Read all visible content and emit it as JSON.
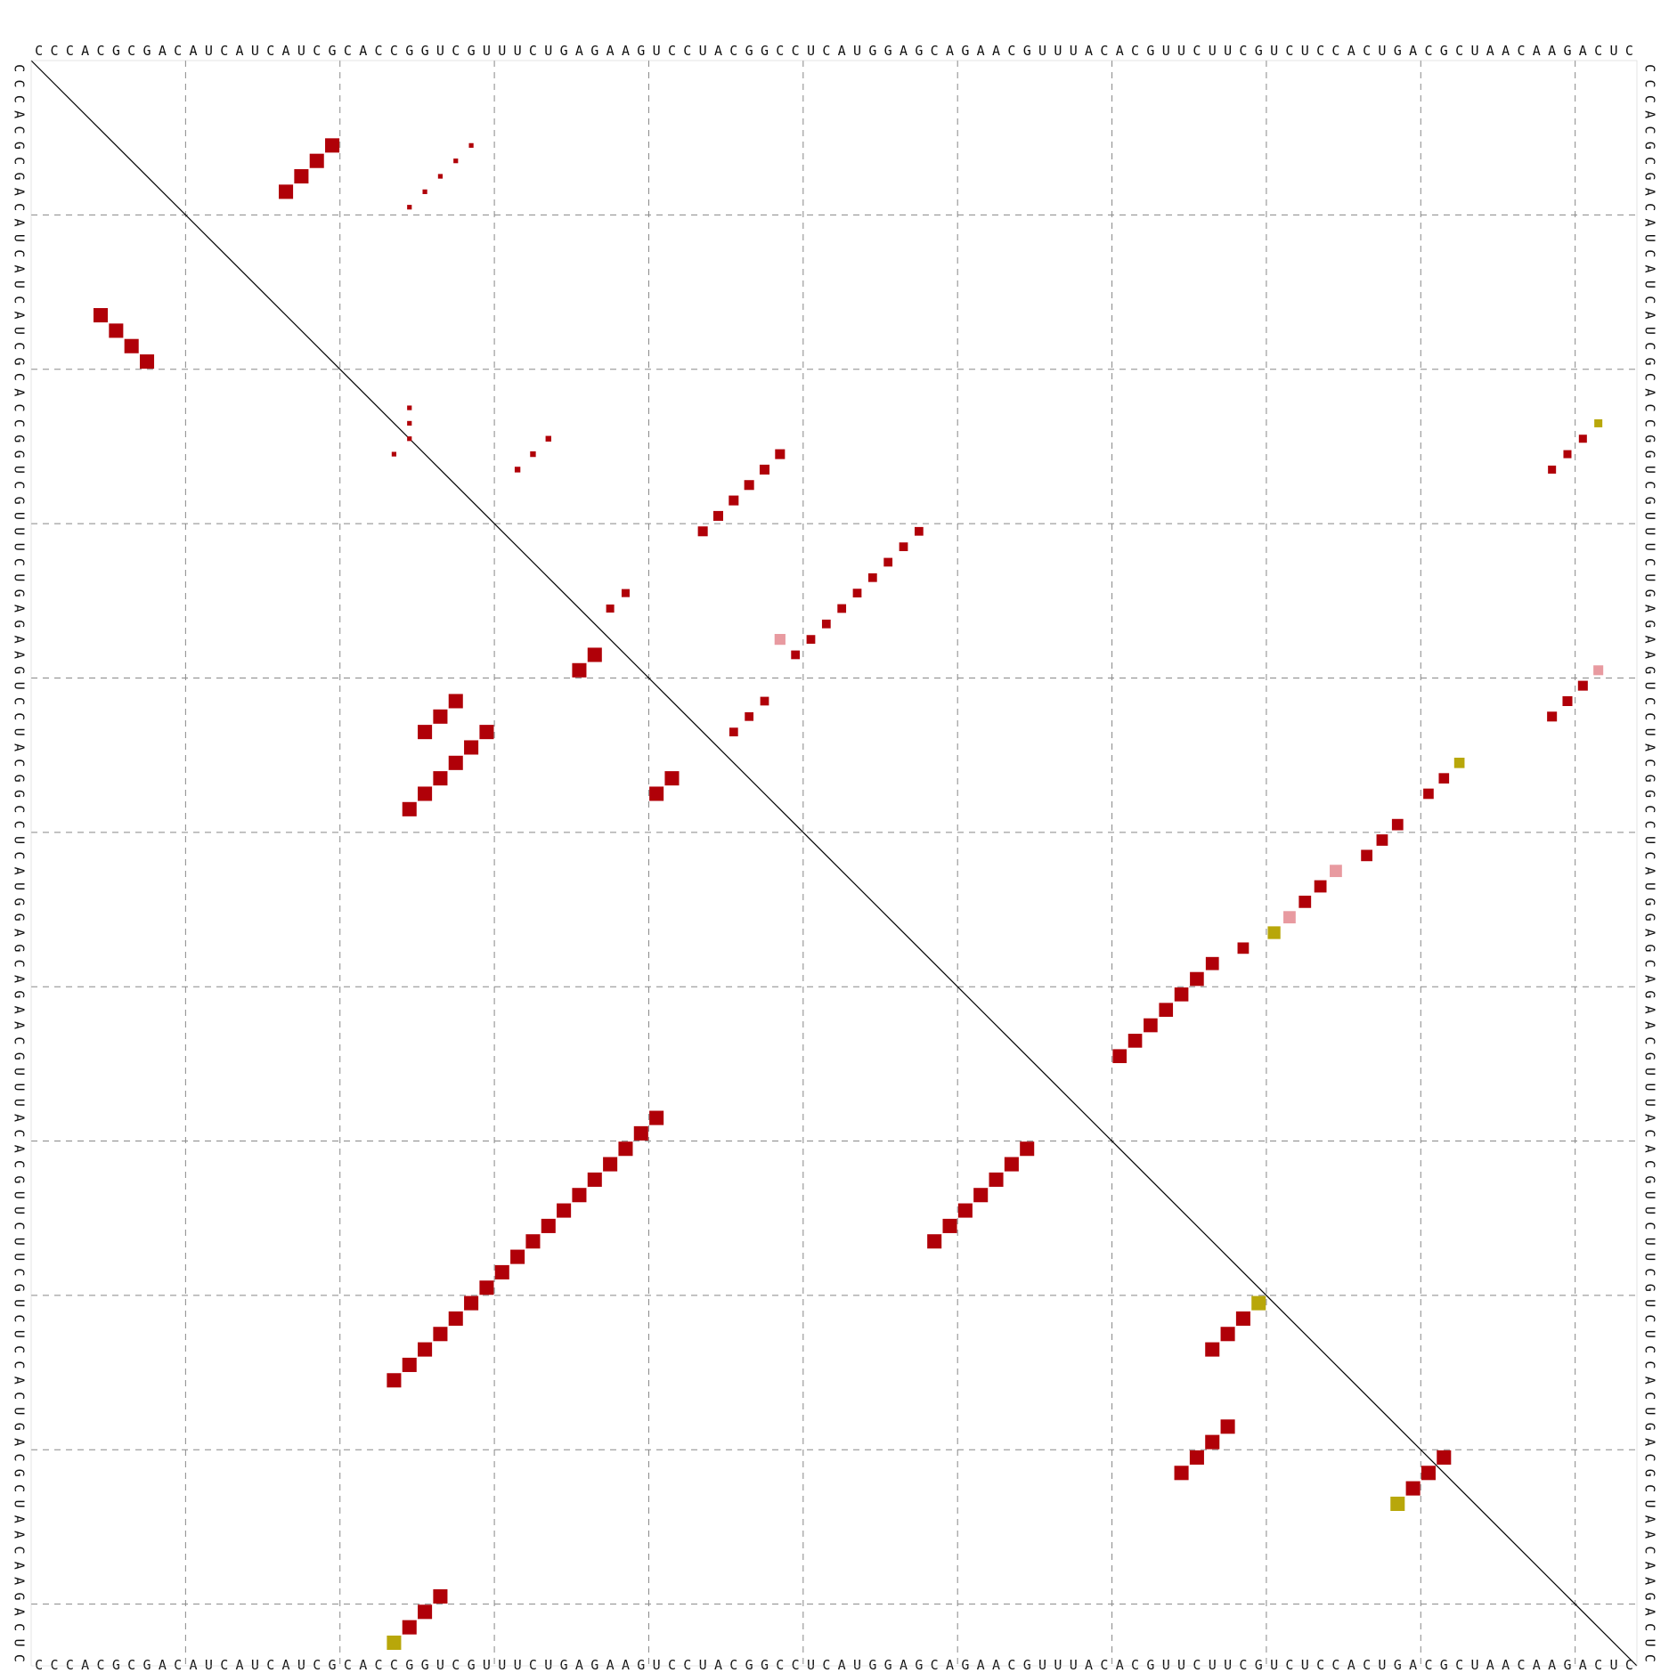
{
  "sequence": "CCCACGCGACAUCAUCAUCGCACCGGUCGUUUCUGAGAAGUCCUACGGCCUCAUGGAGCAGAACGUUUACACGUUCUUCGUCUCCACUGACGCUAACAAGACUC",
  "grid_every": 10,
  "colors": {
    "strong_pair": "#b00008",
    "medium_pair": "#e89aa0",
    "olive_pair": "#b8a70a",
    "grid": "#888888",
    "diagonal": "#000000"
  },
  "dot_plot": {
    "upper_triangle": [
      {
        "i": 25,
        "j": 23,
        "p": 0.1
      },
      {
        "i": 25,
        "j": 24,
        "p": 0.1
      },
      {
        "i": 25,
        "j": 25,
        "p": 0.1
      },
      {
        "i": 24,
        "j": 26,
        "p": 0.1
      },
      {
        "i": 20,
        "j": 6,
        "p": 0.95
      },
      {
        "i": 19,
        "j": 7,
        "p": 0.95
      },
      {
        "i": 18,
        "j": 8,
        "p": 0.95
      },
      {
        "i": 17,
        "j": 9,
        "p": 0.95
      },
      {
        "i": 29,
        "j": 6,
        "p": 0.1
      },
      {
        "i": 28,
        "j": 7,
        "p": 0.1
      },
      {
        "i": 27,
        "j": 8,
        "p": 0.1
      },
      {
        "i": 26,
        "j": 9,
        "p": 0.1
      },
      {
        "i": 25,
        "j": 10,
        "p": 0.1
      },
      {
        "i": 34,
        "j": 25,
        "p": 0.15
      },
      {
        "i": 33,
        "j": 26,
        "p": 0.15
      },
      {
        "i": 32,
        "j": 27,
        "p": 0.15
      },
      {
        "i": 49,
        "j": 26,
        "p": 0.45
      },
      {
        "i": 48,
        "j": 27,
        "p": 0.45
      },
      {
        "i": 47,
        "j": 28,
        "p": 0.45
      },
      {
        "i": 46,
        "j": 29,
        "p": 0.45
      },
      {
        "i": 45,
        "j": 30,
        "p": 0.45
      },
      {
        "i": 44,
        "j": 31,
        "p": 0.45
      },
      {
        "i": 58,
        "j": 31,
        "p": 0.35
      },
      {
        "i": 57,
        "j": 32,
        "p": 0.35
      },
      {
        "i": 56,
        "j": 33,
        "p": 0.35
      },
      {
        "i": 55,
        "j": 34,
        "p": 0.35
      },
      {
        "i": 54,
        "j": 35,
        "p": 0.35
      },
      {
        "i": 53,
        "j": 36,
        "p": 0.35
      },
      {
        "i": 52,
        "j": 37,
        "p": 0.35
      },
      {
        "i": 51,
        "j": 38,
        "p": 0.35
      },
      {
        "i": 50,
        "j": 39,
        "p": 0.35
      },
      {
        "i": 39,
        "j": 35,
        "p": 0.3
      },
      {
        "i": 38,
        "j": 36,
        "p": 0.3
      },
      {
        "i": 48,
        "j": 42,
        "p": 0.35
      },
      {
        "i": 47,
        "j": 43,
        "p": 0.35
      },
      {
        "i": 46,
        "j": 44,
        "p": 0.35
      },
      {
        "i": 49,
        "j": 38,
        "p": 0.55,
        "c": "medium_pair"
      },
      {
        "i": 102,
        "j": 24,
        "p": 0.3,
        "c": "olive_pair"
      },
      {
        "i": 101,
        "j": 25,
        "p": 0.3
      },
      {
        "i": 100,
        "j": 26,
        "p": 0.3
      },
      {
        "i": 99,
        "j": 27,
        "p": 0.3
      },
      {
        "i": 102,
        "j": 40,
        "p": 0.45,
        "c": "medium_pair"
      },
      {
        "i": 101,
        "j": 41,
        "p": 0.45
      },
      {
        "i": 100,
        "j": 42,
        "p": 0.45
      },
      {
        "i": 99,
        "j": 43,
        "p": 0.45
      },
      {
        "i": 93,
        "j": 46,
        "p": 0.5,
        "c": "olive_pair"
      },
      {
        "i": 92,
        "j": 47,
        "p": 0.5
      },
      {
        "i": 91,
        "j": 48,
        "p": 0.5
      },
      {
        "i": 89,
        "j": 50,
        "p": 0.6
      },
      {
        "i": 88,
        "j": 51,
        "p": 0.6
      },
      {
        "i": 87,
        "j": 52,
        "p": 0.6
      },
      {
        "i": 85,
        "j": 53,
        "p": 0.7,
        "c": "medium_pair"
      },
      {
        "i": 84,
        "j": 54,
        "p": 0.7
      },
      {
        "i": 83,
        "j": 55,
        "p": 0.7
      },
      {
        "i": 82,
        "j": 56,
        "p": 0.7,
        "c": "medium_pair"
      },
      {
        "i": 81,
        "j": 57,
        "p": 0.75,
        "c": "olive_pair"
      },
      {
        "i": 79,
        "j": 58,
        "p": 0.6
      },
      {
        "i": 77,
        "j": 59,
        "p": 0.8
      },
      {
        "i": 76,
        "j": 60,
        "p": 0.9
      },
      {
        "i": 75,
        "j": 61,
        "p": 0.9
      },
      {
        "i": 74,
        "j": 62,
        "p": 0.9
      },
      {
        "i": 73,
        "j": 63,
        "p": 0.9
      },
      {
        "i": 72,
        "j": 64,
        "p": 0.9
      },
      {
        "i": 71,
        "j": 65,
        "p": 0.9
      }
    ],
    "lower_triangle": [
      {
        "i": 5,
        "j": 17
      },
      {
        "i": 6,
        "j": 18
      },
      {
        "i": 7,
        "j": 19
      },
      {
        "i": 8,
        "j": 20
      },
      {
        "i": 25,
        "j": 49
      },
      {
        "i": 26,
        "j": 48
      },
      {
        "i": 27,
        "j": 47
      },
      {
        "i": 28,
        "j": 46
      },
      {
        "i": 29,
        "j": 45
      },
      {
        "i": 30,
        "j": 44
      },
      {
        "i": 26,
        "j": 44
      },
      {
        "i": 27,
        "j": 43
      },
      {
        "i": 28,
        "j": 42
      },
      {
        "i": 36,
        "j": 40
      },
      {
        "i": 37,
        "j": 39
      },
      {
        "i": 42,
        "j": 47
      },
      {
        "i": 41,
        "j": 48
      },
      {
        "i": 24,
        "j": 86
      },
      {
        "i": 25,
        "j": 85
      },
      {
        "i": 26,
        "j": 84
      },
      {
        "i": 27,
        "j": 83
      },
      {
        "i": 28,
        "j": 82
      },
      {
        "i": 29,
        "j": 81
      },
      {
        "i": 30,
        "j": 80
      },
      {
        "i": 31,
        "j": 79
      },
      {
        "i": 32,
        "j": 78
      },
      {
        "i": 33,
        "j": 77
      },
      {
        "i": 34,
        "j": 76
      },
      {
        "i": 35,
        "j": 75
      },
      {
        "i": 36,
        "j": 74
      },
      {
        "i": 37,
        "j": 73
      },
      {
        "i": 38,
        "j": 72
      },
      {
        "i": 39,
        "j": 71
      },
      {
        "i": 40,
        "j": 70
      },
      {
        "i": 41,
        "j": 69
      },
      {
        "i": 59,
        "j": 77
      },
      {
        "i": 60,
        "j": 76
      },
      {
        "i": 61,
        "j": 75
      },
      {
        "i": 62,
        "j": 74
      },
      {
        "i": 63,
        "j": 73
      },
      {
        "i": 64,
        "j": 72
      },
      {
        "i": 65,
        "j": 71
      },
      {
        "i": 75,
        "j": 92
      },
      {
        "i": 76,
        "j": 91
      },
      {
        "i": 77,
        "j": 90
      },
      {
        "i": 78,
        "j": 89
      },
      {
        "i": 80,
        "j": 81,
        "c": "olive_pair"
      },
      {
        "i": 79,
        "j": 82
      },
      {
        "i": 78,
        "j": 83
      },
      {
        "i": 77,
        "j": 84
      },
      {
        "i": 89,
        "j": 94,
        "c": "olive_pair"
      },
      {
        "i": 90,
        "j": 93
      },
      {
        "i": 91,
        "j": 92
      },
      {
        "i": 92,
        "j": 91
      },
      {
        "i": 24,
        "j": 103,
        "c": "olive_pair"
      },
      {
        "i": 25,
        "j": 102
      },
      {
        "i": 26,
        "j": 101
      },
      {
        "i": 27,
        "j": 100
      }
    ]
  }
}
